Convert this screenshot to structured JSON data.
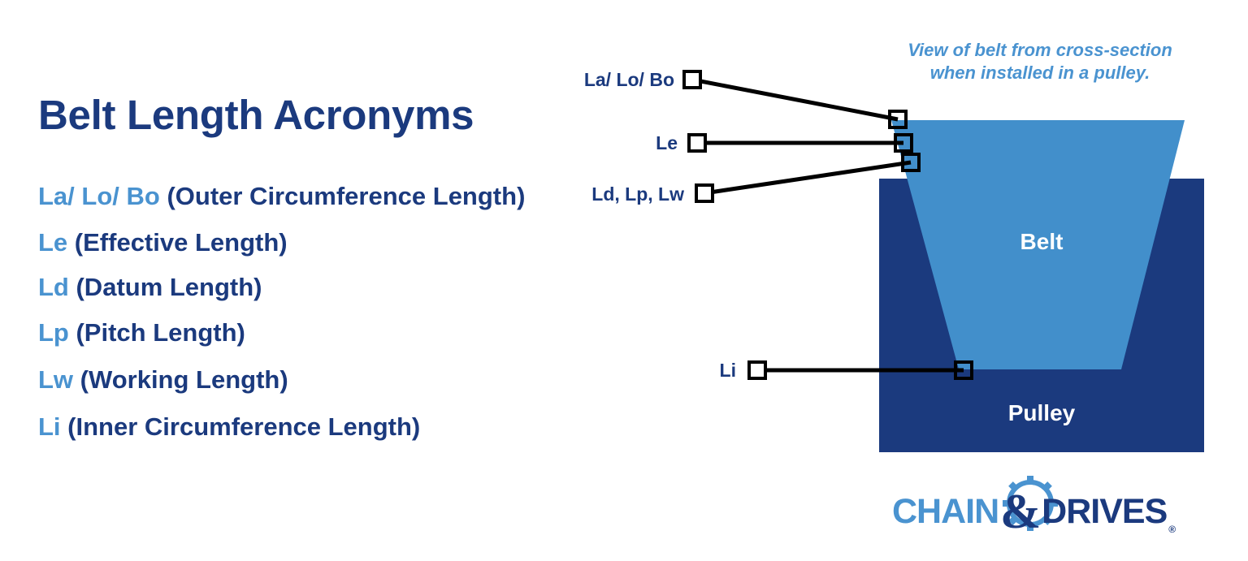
{
  "title": "Belt Length Acronyms",
  "acronyms": [
    {
      "abbr": "La/ Lo/ Bo",
      "desc": " (Outer Circumference Length)"
    },
    {
      "abbr": "Le",
      "desc": " (Effective Length)"
    },
    {
      "abbr": "Ld",
      "desc": " (Datum Length)"
    },
    {
      "abbr": "Lp",
      "desc": " (Pitch Length)"
    },
    {
      "abbr": "Lw",
      "desc": " (Working Length)"
    },
    {
      "abbr": "Li",
      "desc": " (Inner Circumference Length)"
    }
  ],
  "diagram": {
    "caption_line1": "View of belt from cross-section",
    "caption_line2": "when installed in a pulley.",
    "belt_label": "Belt",
    "pulley_label": "Pulley",
    "callouts": {
      "outer": "La/ Lo/ Bo",
      "effective": "Le",
      "datum": "Ld, Lp, Lw",
      "inner": "Li"
    },
    "colors": {
      "belt": "#428fcb",
      "pulley": "#1b3a7e",
      "callout_line": "#000000"
    }
  },
  "logo": {
    "part1": "CHAIN",
    "amp": "&",
    "part2": "DRIVES",
    "reg": "®"
  }
}
